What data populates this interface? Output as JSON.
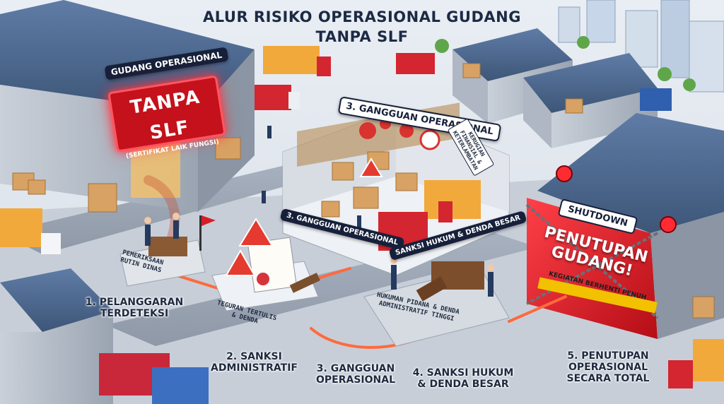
{
  "title": {
    "line1": "ALUR RISIKO OPERASIONAL GUDANG",
    "line2": "TANPA SLF"
  },
  "warehouse_sign": {
    "header": "GUDANG OPERASIONAL",
    "main": "TANPA SLF",
    "sub": "(SERTIFIKAT LAIK FUNGSI)"
  },
  "scene_labels": {
    "inspection": [
      "PEMERIKSAAN",
      "RUTIN DINAS"
    ],
    "warning_letter": [
      "TEGURAN TERTULIS",
      "& DENDA"
    ],
    "ops_banner_top": "3. GANGGUAN OPERASIONAL",
    "ops_banner_mid": "3. GANGGUAN OPERASIONAL",
    "ops_loss": [
      "KERUGIAN",
      "FINANSIAL &",
      "KETERLAMBATAN"
    ],
    "legal_banner": "SANKSI HUKUM & DENDA BESAR",
    "court": [
      "HUKUMAN PIDANA & DENDA",
      "ADMINISTRATIF TINGGI"
    ],
    "shutdown_sign": "SHUTDOWN",
    "closure": [
      "PENUTUPAN",
      "GUDANG!"
    ],
    "closure_sub": "KEGIATAN BERHENTI PENUH"
  },
  "steps": [
    {
      "lines": [
        "1. PELANGGARAN",
        "TERDETEKSI"
      ]
    },
    {
      "lines": [
        "2. SANKSI",
        "ADMINISTRATIF"
      ]
    },
    {
      "lines": [
        "3. GANGGUAN",
        "OPERASIONAL"
      ]
    },
    {
      "lines": [
        "4. SANKSI HUKUM",
        "& DENDA BESAR"
      ]
    },
    {
      "lines": [
        "5. PENUTUPAN",
        "OPERASIONAL",
        "SECARA TOTAL"
      ]
    }
  ]
}
